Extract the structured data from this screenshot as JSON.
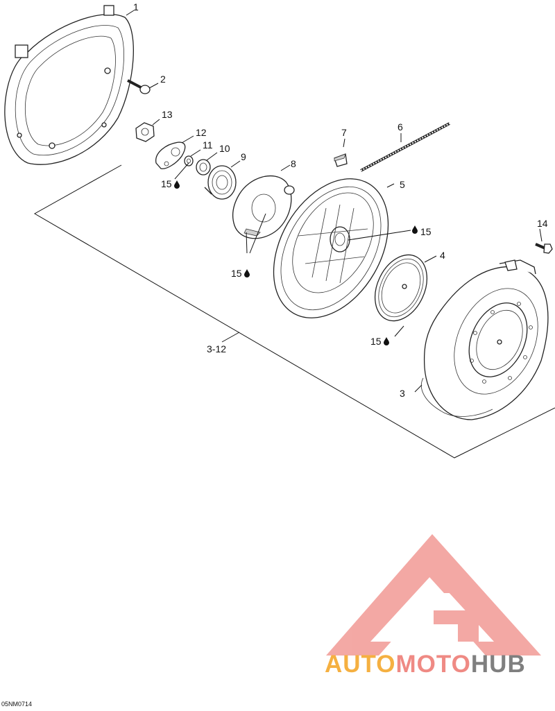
{
  "diagram": {
    "callouts": [
      {
        "id": "c1",
        "text": "1"
      },
      {
        "id": "c2",
        "text": "2"
      },
      {
        "id": "c13",
        "text": "13"
      },
      {
        "id": "c12",
        "text": "12"
      },
      {
        "id": "c11",
        "text": "11"
      },
      {
        "id": "c10",
        "text": "10"
      },
      {
        "id": "c9",
        "text": "9"
      },
      {
        "id": "c8",
        "text": "8"
      },
      {
        "id": "c7",
        "text": "7"
      },
      {
        "id": "c6",
        "text": "6"
      },
      {
        "id": "c5",
        "text": "5"
      },
      {
        "id": "c14",
        "text": "14"
      },
      {
        "id": "c4",
        "text": "4"
      },
      {
        "id": "c3",
        "text": "3"
      },
      {
        "id": "c312",
        "text": "3-12"
      },
      {
        "id": "c15a",
        "text": "15"
      },
      {
        "id": "c15b",
        "text": "15"
      },
      {
        "id": "c15c",
        "text": "15"
      },
      {
        "id": "c15d",
        "text": "15"
      }
    ],
    "figure_code": "05NM0714"
  },
  "watermark": {
    "brand": [
      "AUTO",
      "MOTO",
      "HUB"
    ],
    "colors": {
      "auto": "#f5b041",
      "moto": "#ef8a84",
      "hub": "#7f7f7f",
      "logo": "#f08e88"
    }
  }
}
